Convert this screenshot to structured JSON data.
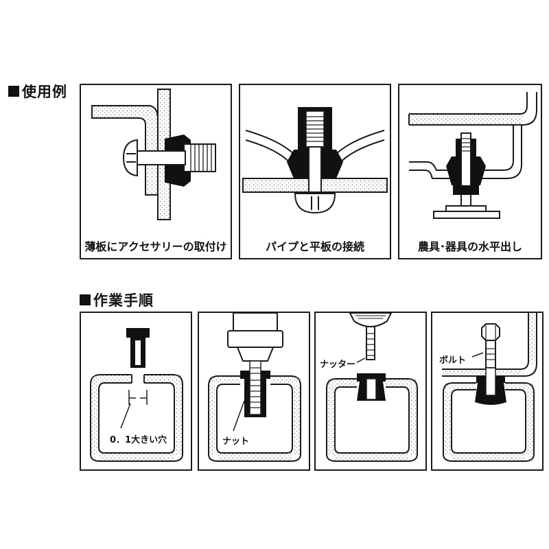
{
  "usage": {
    "heading": "使用例",
    "examples": [
      {
        "caption": "薄板にアクセサリーの取付け",
        "illustration": "thin-sheet-accessory"
      },
      {
        "caption": "パイプと平板の接続",
        "illustration": "pipe-plate-joint"
      },
      {
        "caption": "農具･器具の水平出し",
        "illustration": "leveling-foot"
      }
    ]
  },
  "procedure": {
    "heading": "作業手順",
    "steps": [
      {
        "label": "0．1大きい穴",
        "illustration": "drill-hole"
      },
      {
        "label": "ナット",
        "illustration": "insert-nut"
      },
      {
        "label": "ナッター",
        "illustration": "rivet-tool"
      },
      {
        "label": "ボルト",
        "illustration": "fasten-bolt"
      }
    ]
  },
  "colors": {
    "ink": "#1a1a1a",
    "paper": "#ffffff",
    "speckle": "#9a9a9a"
  }
}
